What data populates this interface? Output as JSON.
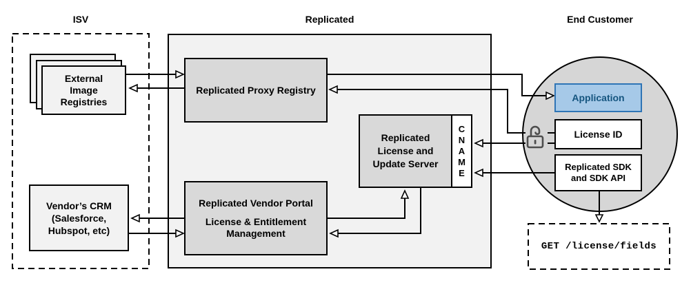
{
  "sections": {
    "isv": "ISV",
    "replicated": "Replicated",
    "end_customer": "End Customer"
  },
  "nodes": {
    "external_image_registries": {
      "lines": [
        "External",
        "Image",
        "Registries"
      ]
    },
    "vendors_crm": {
      "lines": [
        "Vendor’s CRM",
        "(Salesforce,",
        "Hubspot, etc)"
      ]
    },
    "replicated_proxy_registry": {
      "label": "Replicated Proxy Registry"
    },
    "replicated_license_update_server": {
      "lines": [
        "Replicated",
        "License and",
        "Update Server"
      ]
    },
    "cname": {
      "letters": [
        "C",
        "N",
        "A",
        "M",
        "E"
      ]
    },
    "replicated_vendor_portal": {
      "title": "Replicated Vendor Portal",
      "subtitle_lines": [
        "License & Entitlement",
        "Management"
      ]
    },
    "application": {
      "label": "Application"
    },
    "license_id": {
      "label": "License ID"
    },
    "replicated_sdk": {
      "lines": [
        "Replicated SDK",
        "and SDK API"
      ]
    },
    "get_license_fields": {
      "label": "GET /license/fields"
    }
  },
  "icons": {
    "unlock_icon": "open-padlock"
  },
  "colors": {
    "application_fill": "#a6c9e8",
    "application_border": "#2e74b5",
    "application_text": "#15557f",
    "replicated_container_fill": "#f2f2f2",
    "inner_node_fill": "#d9d9d9",
    "light_node_fill": "#f2f2f2",
    "customer_circle_fill": "#d6d6d6",
    "line_color": "#000000",
    "lock_color": "#4d4d4d"
  }
}
